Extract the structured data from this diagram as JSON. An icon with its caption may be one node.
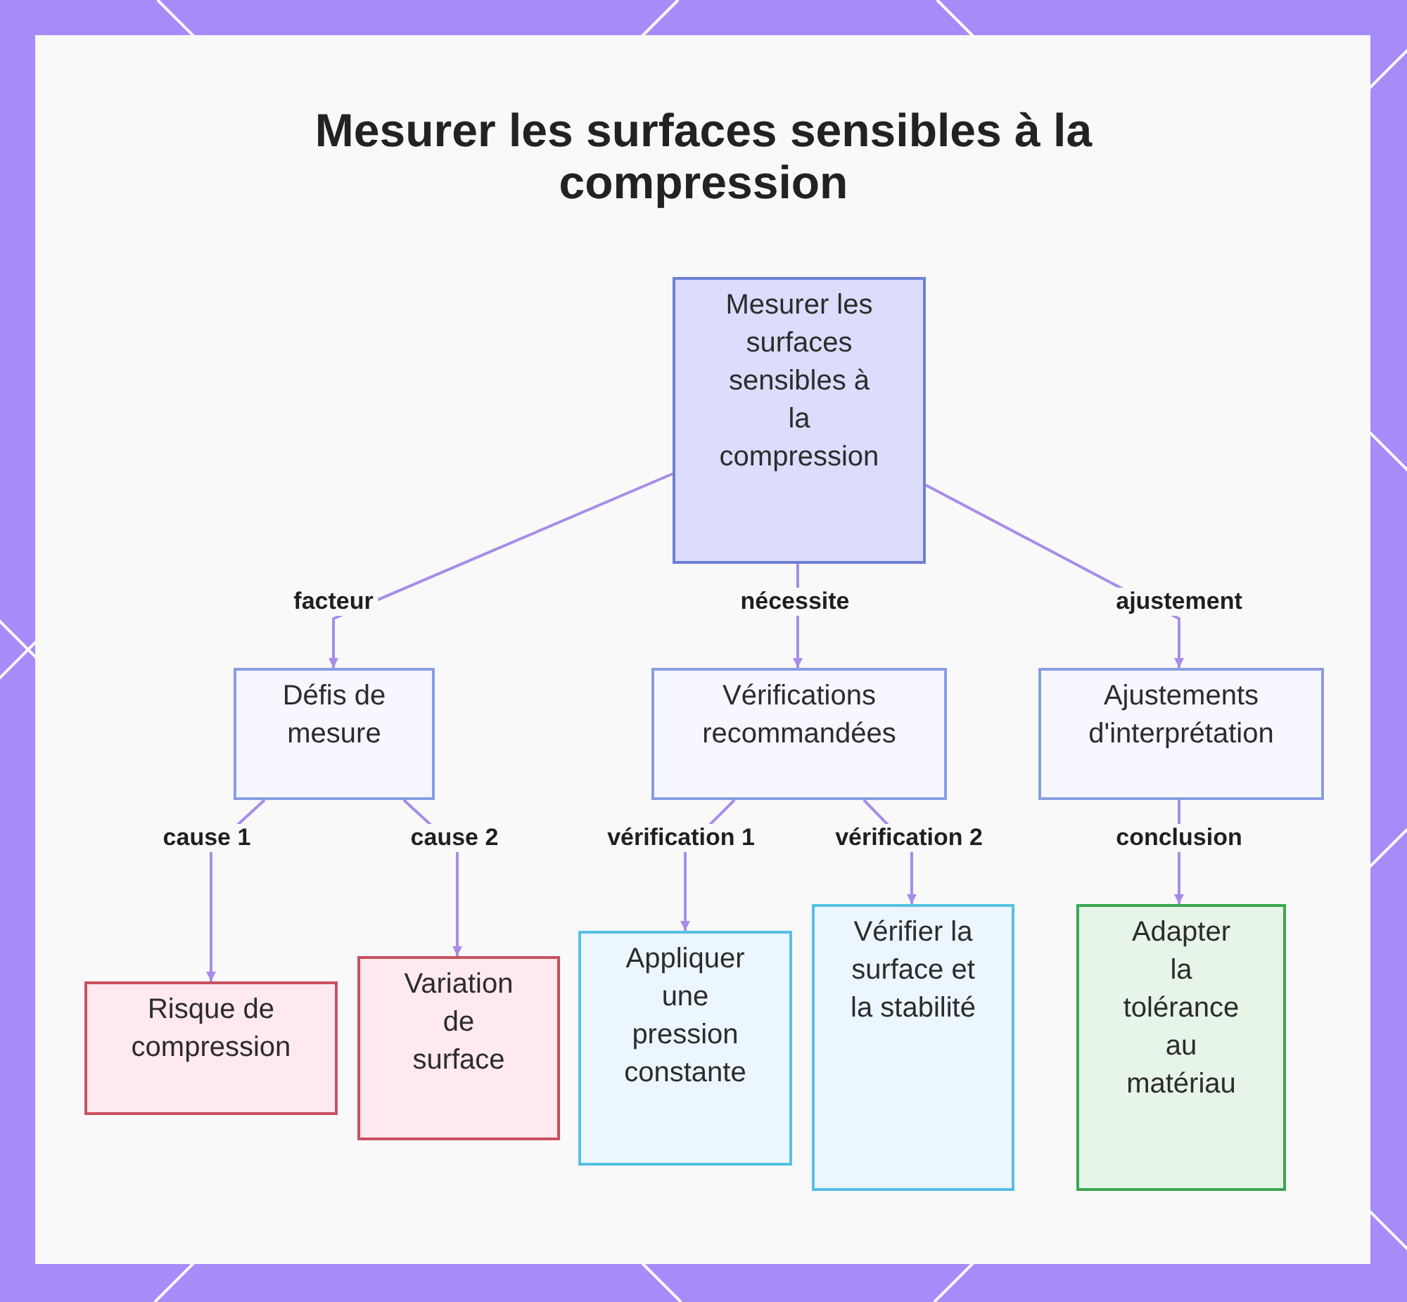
{
  "diagram": {
    "title": "Mesurer les surfaces sensibles à la compression",
    "nodes": [
      {
        "text": [
          "Mesurer les surfaces sensibles à la compression"
        ]
      },
      {
        "text": [
          "Défis de mesure"
        ]
      },
      {
        "text": [
          "Vérifications recommandées"
        ]
      },
      {
        "text": [
          "Ajustements d'interprétation"
        ]
      },
      {
        "text": [
          "Risque de compression"
        ]
      },
      {
        "text": [
          "Variation de surface"
        ]
      },
      {
        "text": [
          "Appliquer une pression constante"
        ]
      },
      {
        "text": [
          "Vérifier la surface et la stabilité"
        ]
      },
      {
        "text": [
          "Adapter la tolérance au matériau"
        ]
      }
    ],
    "edges": [
      {
        "from": 0,
        "to": 1,
        "arrow": "to",
        "label": "facteur"
      },
      {
        "from": 0,
        "to": 2,
        "arrow": "to",
        "label": "nécessite"
      },
      {
        "from": 0,
        "to": 3,
        "arrow": "to",
        "label": "ajustement"
      },
      {
        "from": 1,
        "to": 4,
        "arrow": "to",
        "label": "cause 1"
      },
      {
        "from": 1,
        "to": 5,
        "arrow": "to",
        "label": "cause 2"
      },
      {
        "from": 2,
        "to": 6,
        "arrow": "to",
        "label": "vérification 1"
      },
      {
        "from": 2,
        "to": 7,
        "arrow": "to",
        "label": "vérification 2"
      },
      {
        "from": 3,
        "to": 8,
        "arrow": "to",
        "label": "conclusion"
      }
    ]
  }
}
